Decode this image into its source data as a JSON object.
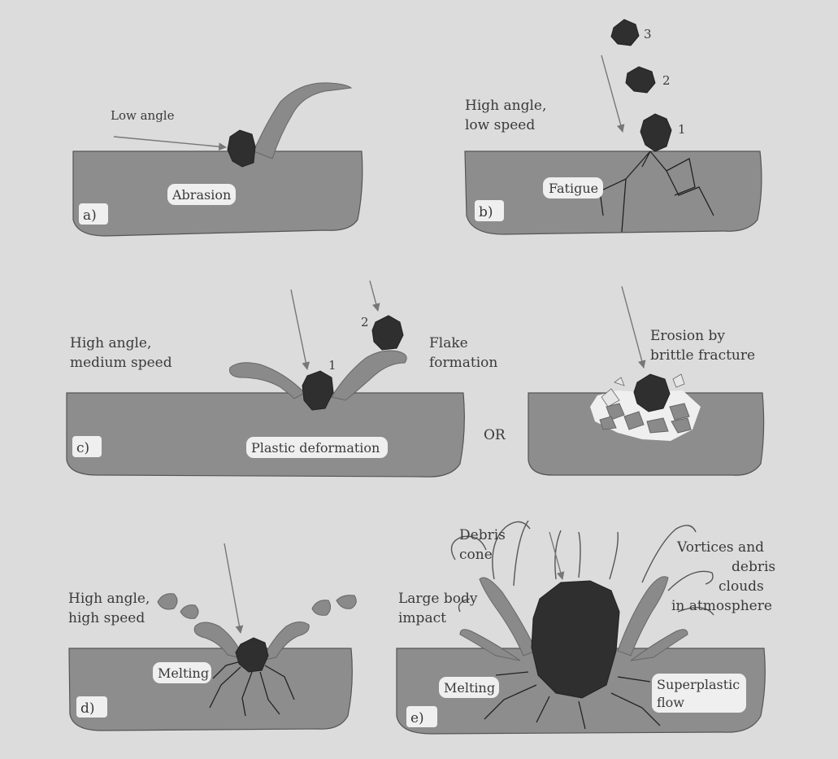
{
  "panels": {
    "a": {
      "id": "a)",
      "angle_label": "Low angle",
      "inside_label": "Abrasion"
    },
    "b": {
      "id": "b)",
      "angle_label_1": "High angle,",
      "angle_label_2": "low speed",
      "inside_label": "Fatigue",
      "impacts": [
        "3",
        "2",
        "1"
      ]
    },
    "c": {
      "id": "c)",
      "angle_label_1": "High angle,",
      "angle_label_2": "medium speed",
      "inside_label": "Plastic deformation",
      "impacts": [
        "1",
        "2"
      ],
      "flake_label_1": "Flake",
      "flake_label_2": "formation",
      "or_label": "OR",
      "erosion_label_1": "Erosion by",
      "erosion_label_2": "brittle fracture"
    },
    "d": {
      "id": "d)",
      "angle_label_1": "High angle,",
      "angle_label_2": "high speed",
      "inside_label": "Melting"
    },
    "e": {
      "id": "e)",
      "debris_cone_1": "Debris",
      "debris_cone_2": "cone",
      "large_body_1": "Large body",
      "large_body_2": "impact",
      "vortices_1": "Vortices and",
      "vortices_2": "debris",
      "vortices_3": "clouds",
      "vortices_4": "in atmosphere",
      "melting_label": "Melting",
      "superplastic_1": "Superplastic",
      "superplastic_2": "flow"
    }
  }
}
